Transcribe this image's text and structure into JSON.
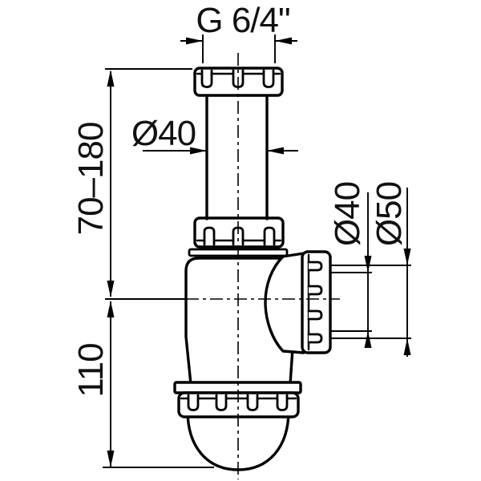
{
  "drawing": {
    "title": "Bottle trap siphon technical drawing",
    "background_color": "#ffffff",
    "line_color": "#000000",
    "labels": {
      "thread": "G 6/4\"",
      "tube_diameter": "Ø40",
      "adjustable_height": "70–180",
      "body_height": "110",
      "outlet_pipe_diameter": "Ø40",
      "outlet_nut_diameter": "Ø50"
    }
  }
}
